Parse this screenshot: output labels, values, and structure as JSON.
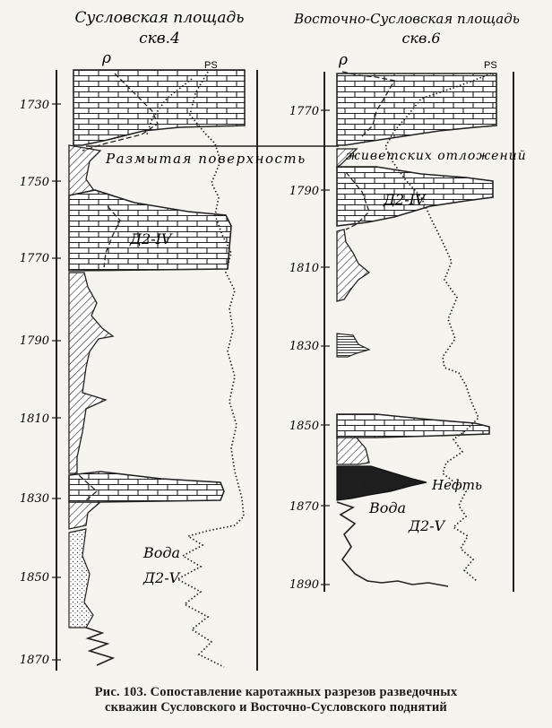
{
  "wells": [
    {
      "area": "Сусловская площадь",
      "well": "скв.4",
      "rho_label": "ρ",
      "ps_label": "PS",
      "depth_ticks": [
        "1730",
        "1750",
        "1770",
        "1790",
        "1810",
        "1830",
        "1850",
        "1870"
      ],
      "labels": {
        "surface": "Размытая поверхность",
        "horizon_upper": "Д2-IV",
        "water": "Вода",
        "horizon_lower": "Д2-V"
      }
    },
    {
      "area": "Восточно-Сусловская площадь",
      "well": "скв.6",
      "rho_label": "ρ",
      "ps_label": "PS",
      "depth_ticks": [
        "1770",
        "1790",
        "1810",
        "1830",
        "1850",
        "1870",
        "1890"
      ],
      "labels": {
        "surface": "живетских отложений",
        "horizon_upper": "Д2-IV",
        "oil": "Нефть",
        "water": "Вода",
        "horizon_lower": "Д2-V"
      }
    }
  ],
  "caption": {
    "line1": "Рис. 103. Сопоставление каротажных разрезов разведочных",
    "line2": "скважин Сусловского и Восточно-Сусловского поднятий"
  }
}
